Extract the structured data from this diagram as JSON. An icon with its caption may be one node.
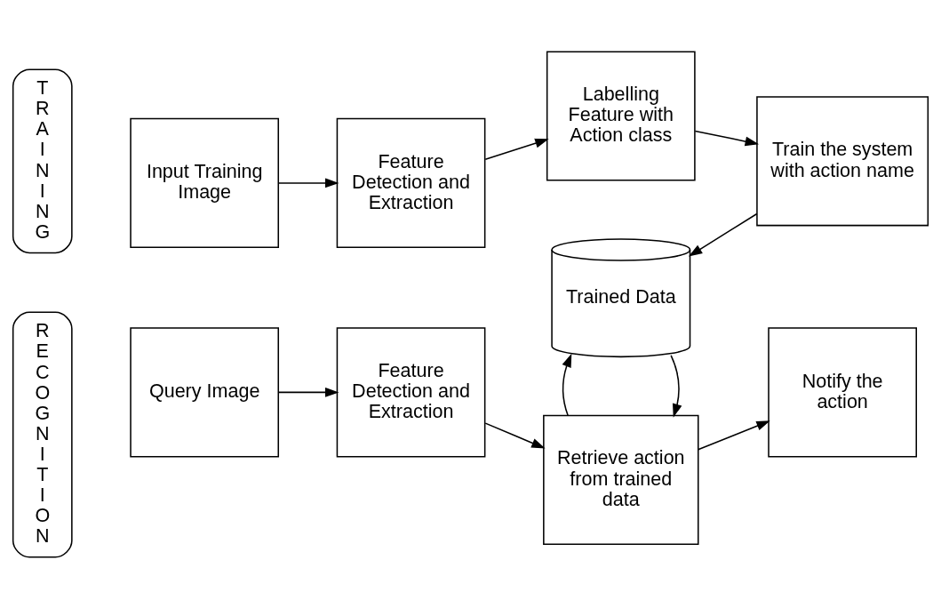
{
  "diagram": {
    "nodes": [
      {
        "text": [
          "TRAINING"
        ]
      },
      {
        "text": [
          "Input Training Image"
        ]
      },
      {
        "text": [
          "Feature Detection and Extraction"
        ]
      },
      {
        "text": [
          "Labelling Feature with Action class"
        ]
      },
      {
        "text": [
          "Train the system with action name"
        ]
      },
      {
        "text": [
          "Trained Data"
        ]
      },
      {
        "text": [
          "RECOGNITION"
        ]
      },
      {
        "text": [
          "Query Image"
        ]
      },
      {
        "text": [
          "Feature Detection and Extraction"
        ]
      },
      {
        "text": [
          "Retrieve action from trained data"
        ]
      },
      {
        "text": [
          "Notify the action"
        ]
      }
    ],
    "edges": [
      {
        "from": 1,
        "to": 2,
        "arrow": "to"
      },
      {
        "from": 2,
        "to": 3,
        "arrow": "to"
      },
      {
        "from": 3,
        "to": 4,
        "arrow": "to"
      },
      {
        "from": 4,
        "to": 5,
        "arrow": "to"
      },
      {
        "from": 5,
        "to": 9,
        "arrow": "to"
      },
      {
        "from": 9,
        "to": 5,
        "arrow": "to"
      },
      {
        "from": 7,
        "to": 8,
        "arrow": "to"
      },
      {
        "from": 8,
        "to": 9,
        "arrow": "to"
      },
      {
        "from": 9,
        "to": 10,
        "arrow": "to"
      }
    ]
  }
}
